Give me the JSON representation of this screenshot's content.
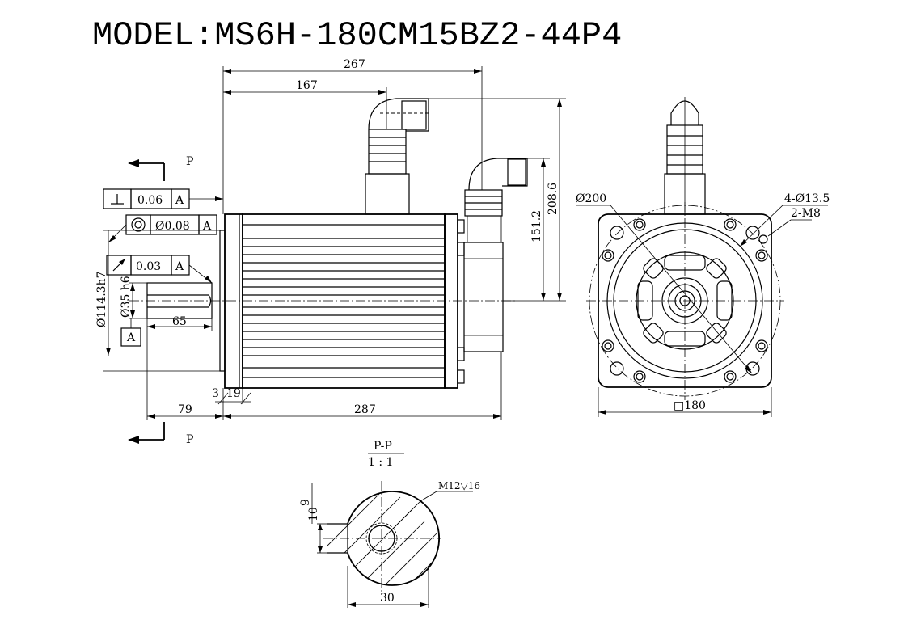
{
  "title": "MODEL:MS6H-180CM15BZ2-44P4",
  "side_view": {
    "dim_267": "267",
    "dim_167": "167",
    "dim_208_6": "208.6",
    "dim_151_2": "151.2",
    "dim_65": "65",
    "dim_79": "79",
    "dim_287": "287",
    "dim_3": "3",
    "dim_19": "19",
    "dia_114": "Ø114.3h7",
    "dia_35": "Ø35 h6",
    "datum_a": "A",
    "section_marker": "P"
  },
  "tolerances": {
    "perpendicularity": {
      "value": "0.06",
      "datum": "A"
    },
    "concentricity": {
      "value": "Ø0.08",
      "datum": "A"
    },
    "runout": {
      "value": "0.03",
      "datum": "A"
    }
  },
  "front_view": {
    "dia_200": "Ø200",
    "holes": "4-Ø13.5",
    "threads": "2-M8",
    "square_180": "□180"
  },
  "section": {
    "label": "P-P",
    "scale": "1 : 1",
    "thread": "M12▽16",
    "dim_9": "9",
    "dim_10": "10",
    "dim_30": "30"
  }
}
